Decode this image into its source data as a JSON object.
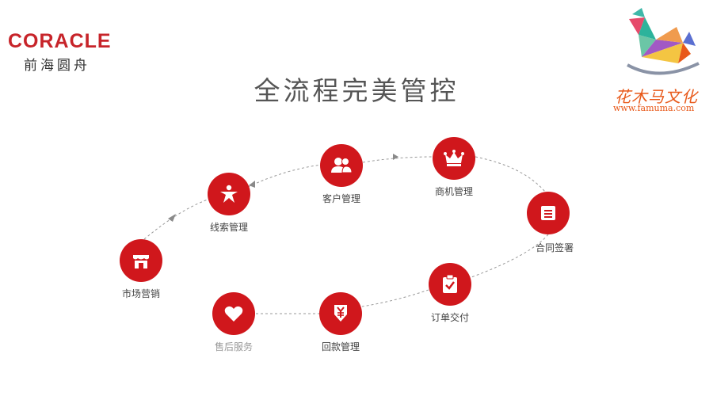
{
  "header": {
    "brand_logo_text": "CORACLE",
    "brand_sub": "前海圆舟",
    "title": "全流程完美管控"
  },
  "partner_logo": {
    "name": "花木马文化",
    "url": "www.famuma.com"
  },
  "flow": {
    "nodes": [
      {
        "id": "marketing",
        "label": "市场营销",
        "icon": "storefront-icon"
      },
      {
        "id": "leads",
        "label": "线索管理",
        "icon": "person-star-icon"
      },
      {
        "id": "customer",
        "label": "客户管理",
        "icon": "people-icon"
      },
      {
        "id": "opportunity",
        "label": "商机管理",
        "icon": "crown-icon"
      },
      {
        "id": "contract",
        "label": "合同签署",
        "icon": "document-icon"
      },
      {
        "id": "order",
        "label": "订单交付",
        "icon": "clipboard-check-icon"
      },
      {
        "id": "payment",
        "label": "回款管理",
        "icon": "yen-download-icon"
      },
      {
        "id": "service",
        "label": "售后服务",
        "icon": "heart-icon"
      }
    ],
    "colors": {
      "node": "#d0171c",
      "connector": "#999999"
    }
  }
}
